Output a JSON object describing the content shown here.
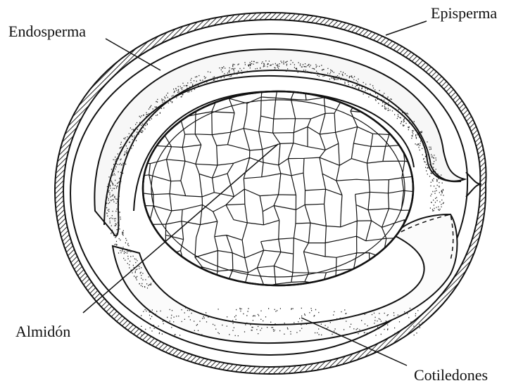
{
  "labels": {
    "endosperma": "Endosperma",
    "episperma": "Episperma",
    "almidon": "Almidón",
    "cotiledones": "Cotiledones"
  },
  "colors": {
    "ink": "#111111",
    "background": "#ffffff"
  }
}
